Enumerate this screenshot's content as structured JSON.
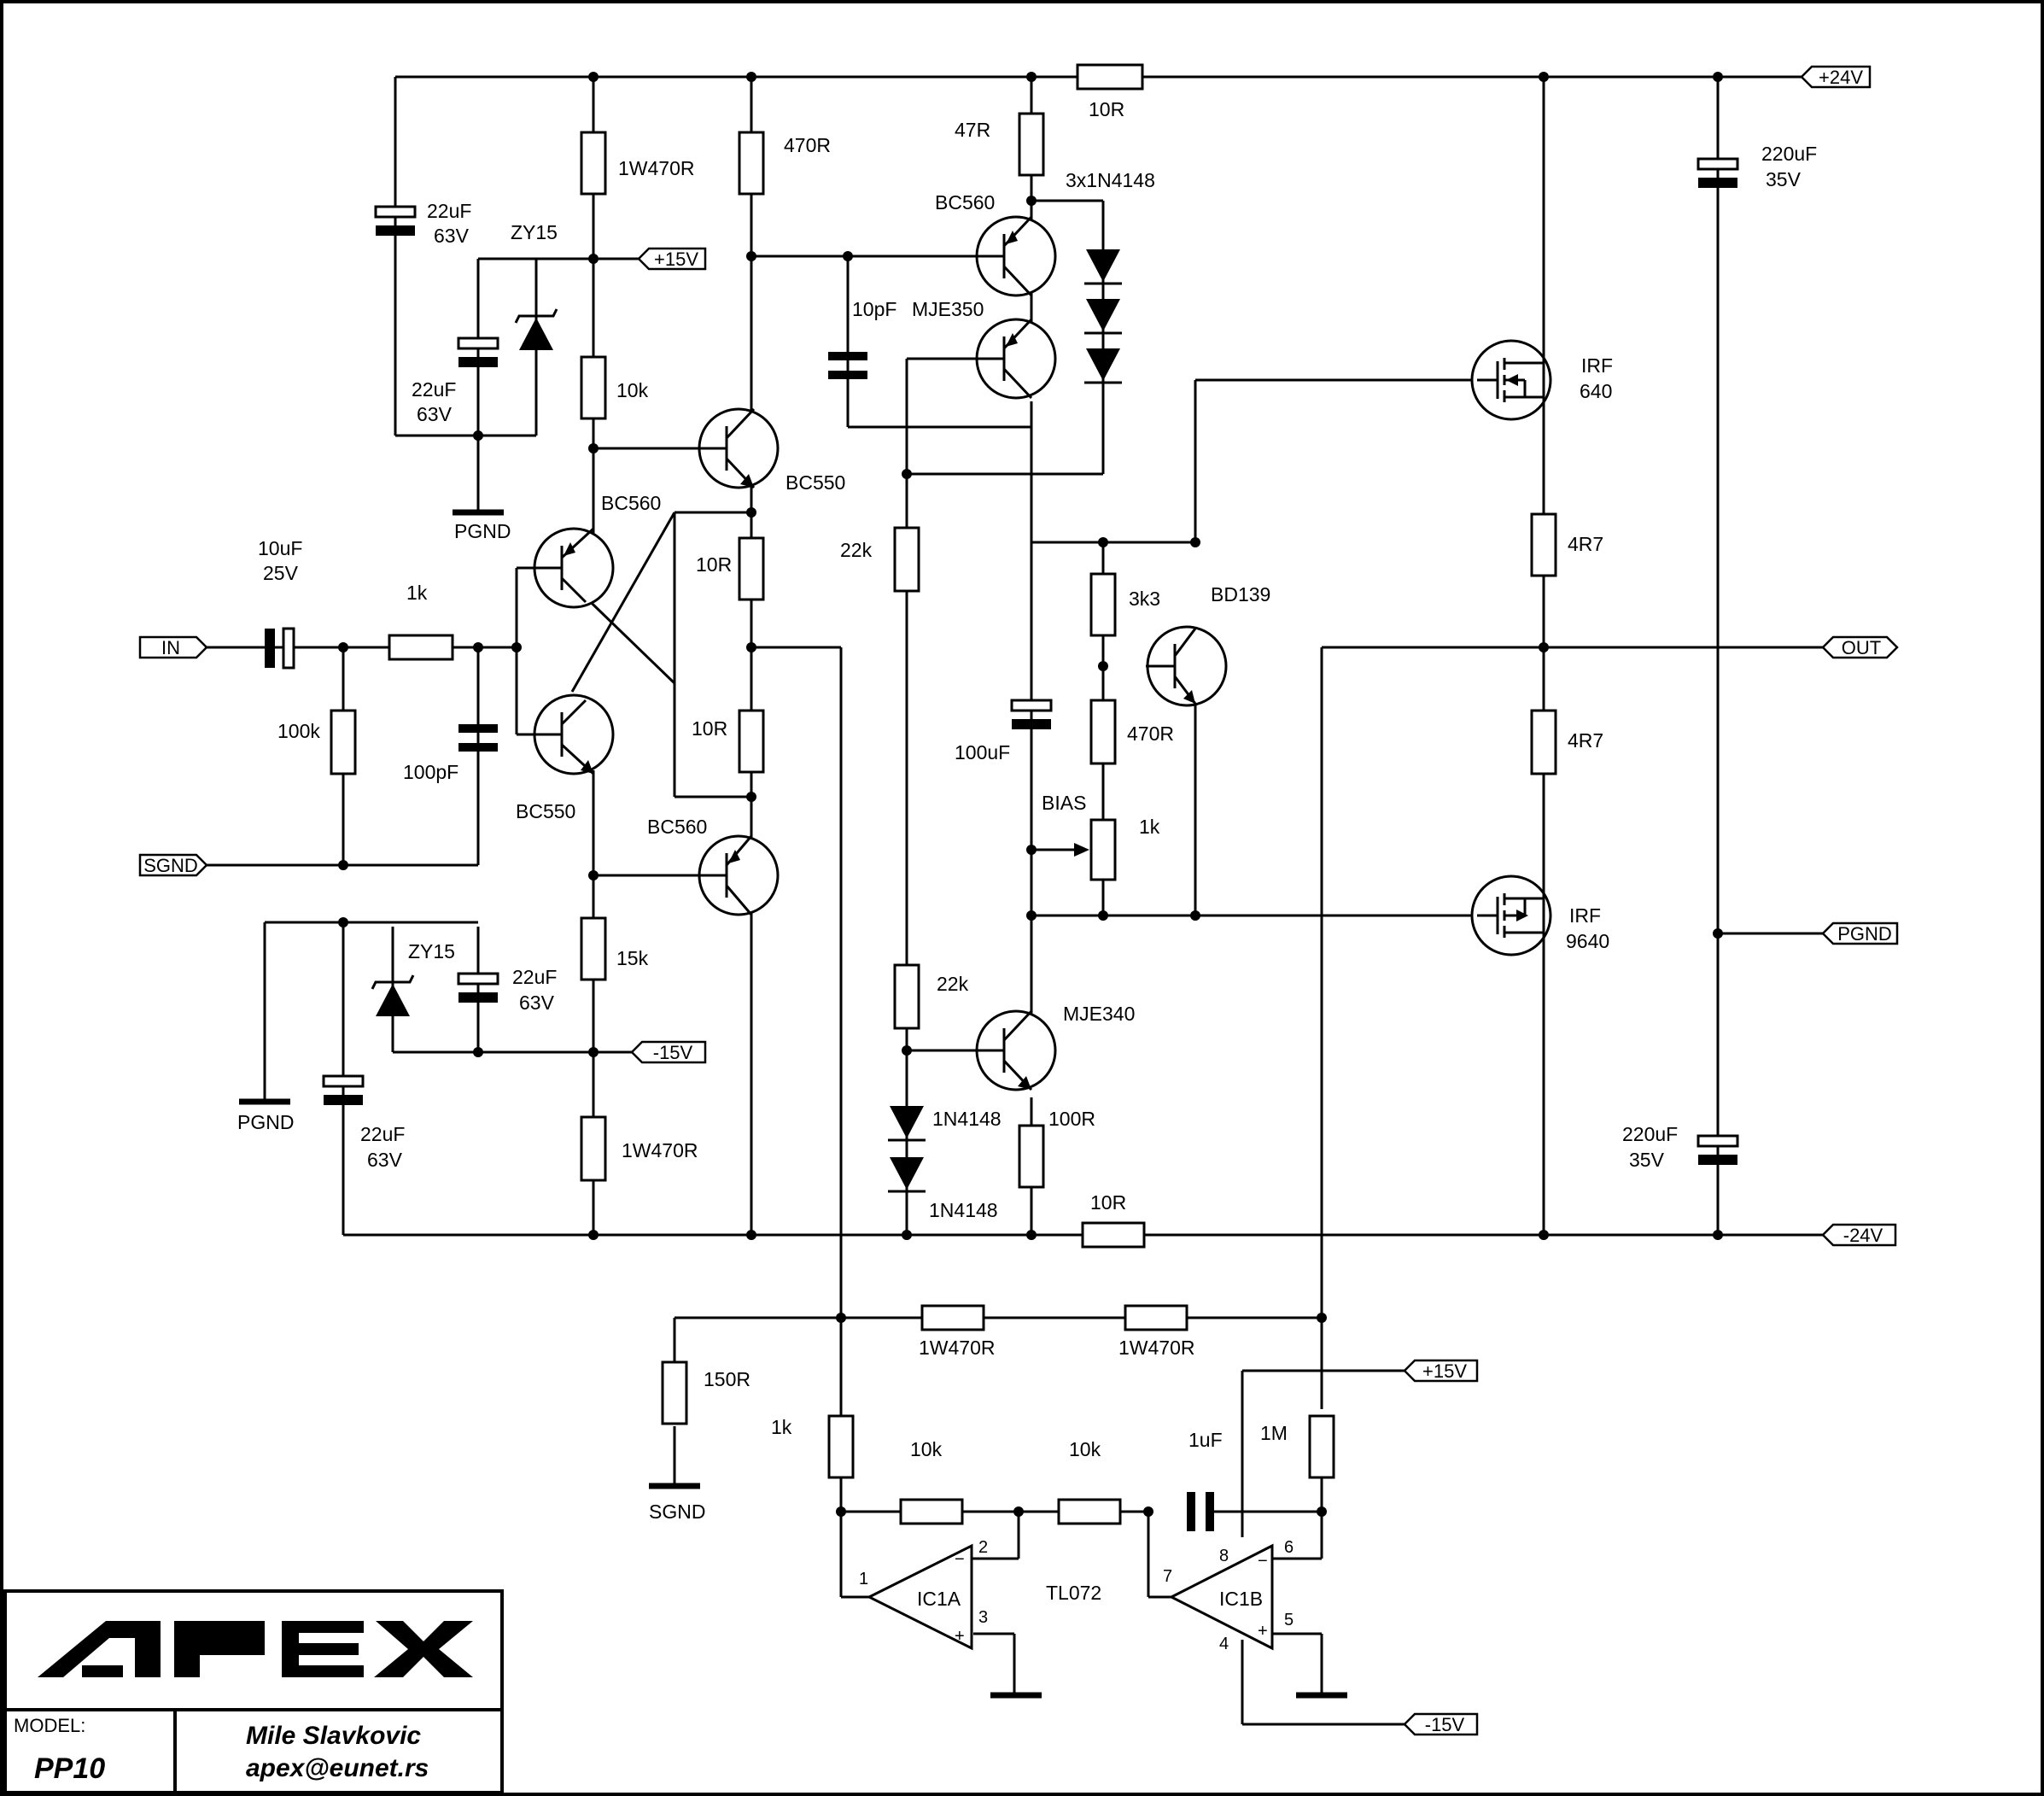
{
  "ports": {
    "in": "IN",
    "sgnd": "SGND",
    "out": "OUT",
    "pgnd": "PGND",
    "plus24": "+24V",
    "minus24": "-24V",
    "plus15_top": "+15V",
    "minus15_mid": "-15V",
    "plus15_ic": "+15V",
    "minus15_ic": "-15V"
  },
  "grounds": {
    "pgnd_top": "PGND",
    "pgnd_left": "PGND",
    "sgnd_bottom": "SGND"
  },
  "components": {
    "r_1w470r_top": "1W470R",
    "r_470r_top": "470R",
    "r_47r": "47R",
    "r_10r_top": "10R",
    "d_3x1n4148": "3x1N4148",
    "q_bc560_top": "BC560",
    "q_mje350": "MJE350",
    "c_10pf": "10pF",
    "c_22uf_a_val": "22uF",
    "c_22uf_a_volt": "63V",
    "z_zy15_top": "ZY15",
    "c_22uf_b_val": "22uF",
    "c_22uf_b_volt": "63V",
    "r_10k_top": "10k",
    "q_bc550_top": "BC550",
    "q_bc560_mid": "BC560",
    "c_220uf_top_val": "220uF",
    "c_220uf_top_volt": "35V",
    "q_irf640_a": "IRF",
    "q_irf640_b": "640",
    "c_10uf_val": "10uF",
    "c_10uf_volt": "25V",
    "r_1k_in": "1k",
    "r_10r_a": "10R",
    "r_22k_top": "22k",
    "r_4r7_top": "4R7",
    "r_3k3": "3k3",
    "q_bd139": "BD139",
    "r_100k": "100k",
    "c_100pf": "100pF",
    "r_10r_b": "10R",
    "c_100uf": "100uF",
    "r_470r_bias": "470R",
    "r_4r7_bot": "4R7",
    "q_bc550_bot": "BC550",
    "q_bc560_bot": "BC560",
    "bias": "BIAS",
    "r_1k_bias": "1k",
    "q_irf9640_a": "IRF",
    "q_irf9640_b": "9640",
    "z_zy15_bot": "ZY15",
    "c_22uf_c_val": "22uF",
    "c_22uf_c_volt": "63V",
    "r_15k": "15k",
    "r_22k_bot": "22k",
    "q_mje340": "MJE340",
    "c_22uf_d_val": "22uF",
    "c_22uf_d_volt": "63V",
    "r_1w470r_bot": "1W470R",
    "d_1n4148_a": "1N4148",
    "r_100r": "100R",
    "c_220uf_bot_val": "220uF",
    "c_220uf_bot_volt": "35V",
    "d_1n4148_b": "1N4148",
    "r_10r_bot": "10R",
    "r_1w470r_fb1": "1W470R",
    "r_1w470r_fb2": "1W470R",
    "r_150r": "150R",
    "r_1k_fb": "1k",
    "r_10k_a": "10k",
    "r_10k_b": "10k",
    "c_1uf": "1uF",
    "r_1m": "1M",
    "ic1a": "IC1A",
    "ic1b": "IC1B",
    "tl072": "TL072"
  },
  "pins": {
    "p1": "1",
    "p2": "2",
    "p3": "3",
    "p4": "4",
    "p5": "5",
    "p6": "6",
    "p7": "7",
    "p8": "8",
    "minus_a": "−",
    "plus_a": "+",
    "minus_b": "−",
    "plus_b": "+"
  },
  "title_block": {
    "model_label": "MODEL:",
    "model": "PP10",
    "author": "Mile Slavkovic",
    "email": "apex@eunet.rs"
  }
}
